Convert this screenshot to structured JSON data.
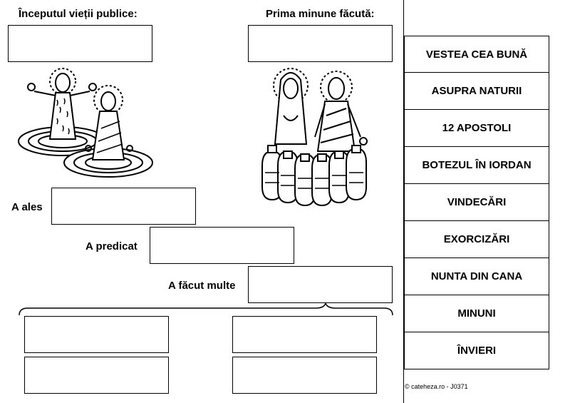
{
  "labels": {
    "public_life_start": "Începutul vieții publice:",
    "first_miracle": "Prima minune făcută:",
    "chose": "A ales",
    "preached": "A predicat",
    "did_many": "A făcut multe"
  },
  "cards": [
    "VESTEA CEA BUNĂ",
    "ASUPRA NATURII",
    "12 APOSTOLI",
    "BOTEZUL ÎN IORDAN",
    "VINDECĂRI",
    "EXORCIZĂRI",
    "NUNTA DIN CANA",
    "MINUNI",
    "ÎNVIERI"
  ],
  "footer": "© cateheza.ro - J0371",
  "images": [
    "baptism-illustration",
    "wedding-at-cana-illustration"
  ]
}
